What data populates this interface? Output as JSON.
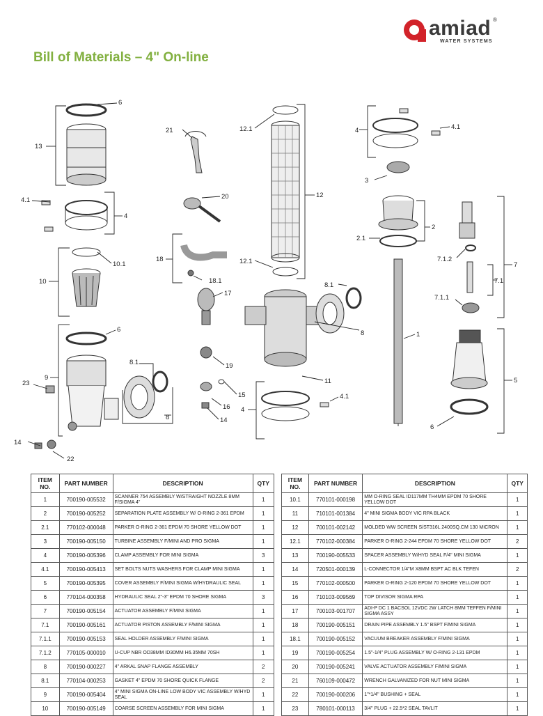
{
  "brand": {
    "name": "amiad",
    "registered": "®",
    "tagline": "WATER SYSTEMS",
    "color": "#d2232a"
  },
  "page": {
    "title": "Bill of Materials – 4\" On-line",
    "title_color": "#82b040"
  },
  "callouts": [
    "6",
    "13",
    "4.1",
    "4",
    "10.1",
    "10",
    "6",
    "9",
    "23",
    "8.1",
    "8",
    "14",
    "22",
    "21",
    "20",
    "18",
    "18.1",
    "17",
    "19",
    "15",
    "16",
    "14",
    "12.1",
    "12",
    "12.1",
    "8.1",
    "8",
    "11",
    "4",
    "4.1",
    "4",
    "4.1",
    "3",
    "2",
    "2.1",
    "1",
    "7",
    "7.1.2",
    "7.1",
    "7.1.1",
    "5",
    "6"
  ],
  "table": {
    "headers": {
      "item": "ITEM NO.",
      "part": "PART NUMBER",
      "description": "DESCRIPTION",
      "qty": "QTY"
    },
    "left": [
      {
        "item": "1",
        "part": "700190-005532",
        "desc": "SCANNER 754 ASSEMBLY W/STRAIGHT NOZZLE 8MM F/SIGMA 4\"",
        "qty": "1"
      },
      {
        "item": "2",
        "part": "700190-005252",
        "desc": "SEPARATION PLATE ASSEMBLY W/ O-RING 2-361 EPDM",
        "qty": "1"
      },
      {
        "item": "2.1",
        "part": "770102-000048",
        "desc": "PARKER O-RING 2-361 EPDM 70 SHORE YELLOW DOT",
        "qty": "1"
      },
      {
        "item": "3",
        "part": "700190-005150",
        "desc": "TURBINE ASSEMBLY F/MINI AND PRO SIGMA",
        "qty": "1"
      },
      {
        "item": "4",
        "part": "700190-005396",
        "desc": "CLAMP ASSEMBLY FOR MINI SIGMA",
        "qty": "3"
      },
      {
        "item": "4.1",
        "part": "700190-005413",
        "desc": "SET BOLTS NUTS WASHERS FOR CLAMP MINI SIGMA",
        "qty": "1"
      },
      {
        "item": "5",
        "part": "700190-005395",
        "desc": "COVER ASSEMBLY F/MINI SIGMA W/HYDRAULIC SEAL",
        "qty": "1"
      },
      {
        "item": "6",
        "part": "770104-000358",
        "desc": "HYDRAULIC SEAL 2\"-3\" EPDM 70 SHORE SIGMA",
        "qty": "3"
      },
      {
        "item": "7",
        "part": "700190-005154",
        "desc": "ACTUATOR ASSEMBLY F/MINI SIGMA",
        "qty": "1"
      },
      {
        "item": "7.1",
        "part": "700190-005161",
        "desc": "ACTUATOR PISTON ASSEMBLY F/MINI SIGMA",
        "qty": "1"
      },
      {
        "item": "7.1.1",
        "part": "700190-005153",
        "desc": "SEAL HOLDER ASSEMBLY F/MINI SIGMA",
        "qty": "1"
      },
      {
        "item": "7.1.2",
        "part": "770105-000010",
        "desc": "U-CUP NBR OD38MM ID30MM H6.35MM 70SH",
        "qty": "1"
      },
      {
        "item": "8",
        "part": "700190-000227",
        "desc": "4\" ARKAL SNAP FLANGE ASSEMBLY",
        "qty": "2"
      },
      {
        "item": "8.1",
        "part": "770104-000253",
        "desc": "GASKET 4\" EPDM 70 SHORE QUICK FLANGE",
        "qty": "2"
      },
      {
        "item": "9",
        "part": "700190-005404",
        "desc": "4\" MINI SIGMA ON-LINE LOW BODY VIC ASSEMBLY W/HYD SEAL",
        "qty": "1"
      },
      {
        "item": "10",
        "part": "700190-005149",
        "desc": "COARSE SCREEN ASSEMBLY FOR MINI SIGMA",
        "qty": "1"
      }
    ],
    "right": [
      {
        "item": "10.1",
        "part": "770101-000198",
        "desc": "MM O-RING SEAL ID117MM TH4MM EPDM 70 SHORE YELLOW DOT",
        "qty": "1"
      },
      {
        "item": "11",
        "part": "710101-001384",
        "desc": "4\" MINI SIGMA BODY VIC RPA BLACK",
        "qty": "1"
      },
      {
        "item": "12",
        "part": "700101-002142",
        "desc": "MOLDED WW SCREEN S/ST316L 2400SQ.CM 130 MICRON",
        "qty": "1"
      },
      {
        "item": "12.1",
        "part": "770102-000384",
        "desc": "PARKER O-RING 2-244 EPDM 70 SHORE YELLOW DOT",
        "qty": "2"
      },
      {
        "item": "13",
        "part": "700190-005533",
        "desc": "SPACER ASSEMBLY W/HYD SEAL F/4\" MINI SIGMA",
        "qty": "1"
      },
      {
        "item": "14",
        "part": "720501-000139",
        "desc": "L-CONNECTOR 1/4\"M X8MM BSPT AC BLK TEFEN",
        "qty": "2"
      },
      {
        "item": "15",
        "part": "770102-000500",
        "desc": "PARKER O-RING 2-120 EPDM 70 SHORE YELLOW DOT",
        "qty": "1"
      },
      {
        "item": "16",
        "part": "710103-009569",
        "desc": "TOP DIVISOR SIGMA RPA",
        "qty": "1"
      },
      {
        "item": "17",
        "part": "700103-001707",
        "desc": "ADI-P DC 1 BACSOL 12VDC 2W LATCH 8MM TEFFEN F/MINI SIGMA ASSY",
        "qty": "1"
      },
      {
        "item": "18",
        "part": "700190-005151",
        "desc": "DRAIN PIPE ASSEMBLY 1.5\" BSPT F/MINI SIGMA",
        "qty": "1"
      },
      {
        "item": "18.1",
        "part": "700190-005152",
        "desc": "VACUUM BREAKER ASSEMBLY F/MINI SIGMA",
        "qty": "1"
      },
      {
        "item": "19",
        "part": "700190-005254",
        "desc": "1.5\"-1/4\" PLUG ASSEMBLY W/ O-RING 2-131 EPDM",
        "qty": "1"
      },
      {
        "item": "20",
        "part": "700190-005241",
        "desc": "VALVE ACTUATOR ASSEMBLY F/MINI SIGMA",
        "qty": "1"
      },
      {
        "item": "21",
        "part": "760109-000472",
        "desc": "WRENCH GALVANIZED FOR NUT MINI SIGMA",
        "qty": "1"
      },
      {
        "item": "22",
        "part": "700190-000206",
        "desc": "1\"*1/4\" BUSHING + SEAL",
        "qty": "1"
      },
      {
        "item": "23",
        "part": "780101-000113",
        "desc": "3/4\" PLUG + 22.5*2 SEAL TAVLIT",
        "qty": "1"
      }
    ]
  }
}
